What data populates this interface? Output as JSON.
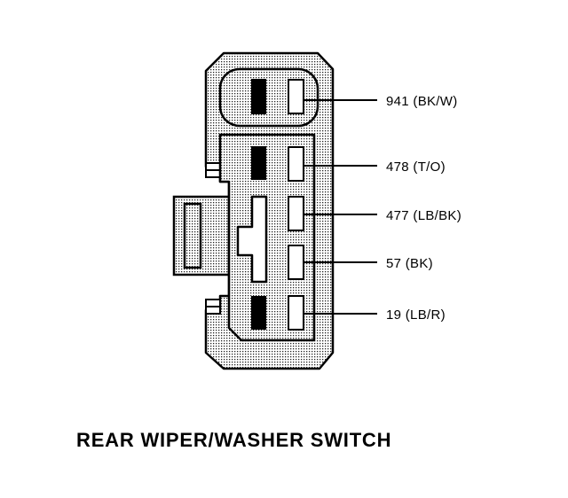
{
  "title": "REAR WIPER/WASHER SWITCH",
  "pins": [
    {
      "label": "941 (BK/W)",
      "wire_present": true
    },
    {
      "label": "478 (T/O)",
      "wire_present": true
    },
    {
      "label": "477 (LB/BK)",
      "wire_present": false
    },
    {
      "label": "57 (BK)",
      "wire_present": false
    },
    {
      "label": "19 (LB/R)",
      "wire_present": true
    }
  ]
}
